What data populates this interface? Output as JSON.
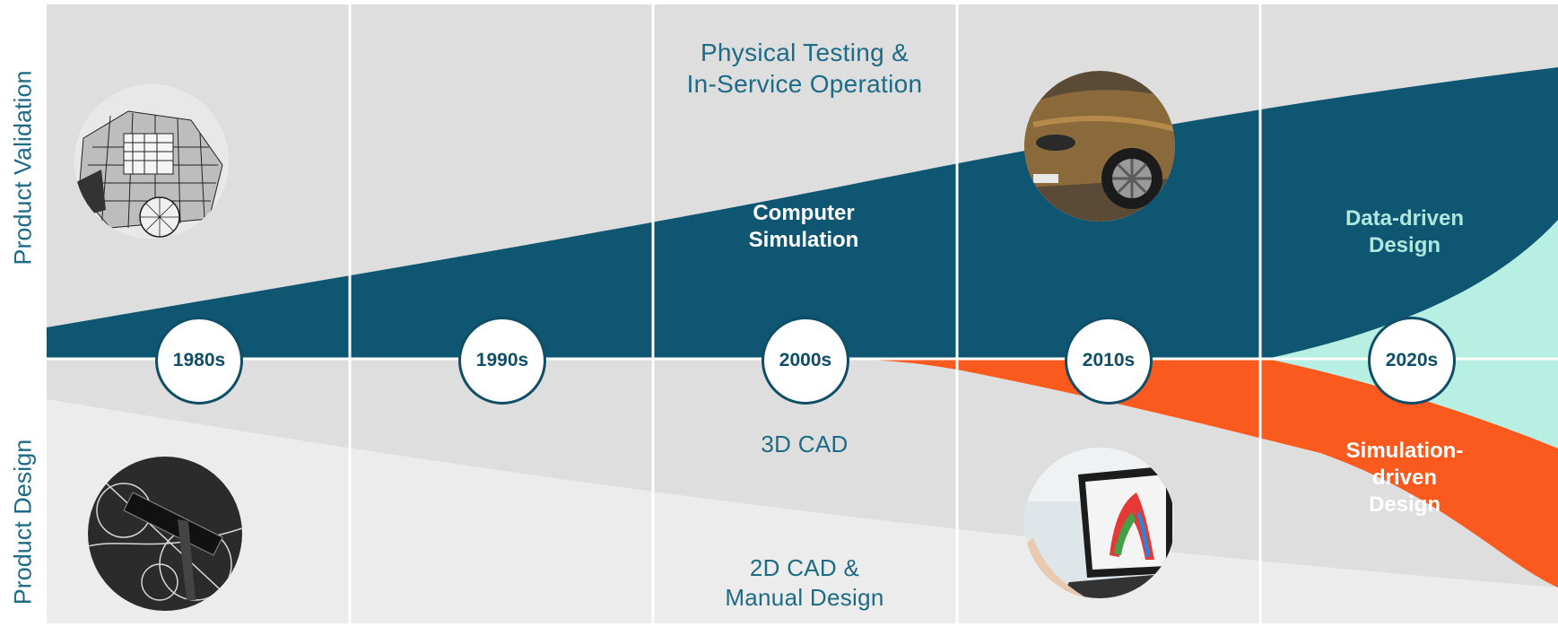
{
  "side_labels": {
    "top": "Product Validation",
    "bottom": "Product Design"
  },
  "band_labels": {
    "physical_testing": "Physical Testing &\nIn-Service Operation",
    "computer_simulation": "Computer\nSimulation",
    "data_driven": "Data-driven\nDesign",
    "cad_3d": "3D CAD",
    "simulation_driven": "Simulation-driven\nDesign",
    "cad_2d": "2D CAD &\nManual Design"
  },
  "decades": [
    "1980s",
    "1990s",
    "2000s",
    "2010s",
    "2020s"
  ],
  "colors": {
    "light_gray": "#dedede",
    "lighter_gray": "#ececec",
    "dark_teal": "#0f5672",
    "orange": "#fb5a1f",
    "mint": "#b7efe3",
    "label_blue": "#1d6b86",
    "divider": "#ffffff"
  },
  "images": [
    {
      "name": "wireframe-car-crash-photo",
      "depicts": "crash simulation mesh"
    },
    {
      "name": "drafting-tools-photo",
      "depicts": "drafting compass and ruler"
    },
    {
      "name": "simulated-car-photo",
      "depicts": "car render with wheel"
    },
    {
      "name": "laptop-simulation-photo",
      "depicts": "laptop showing stress simulation"
    }
  ]
}
